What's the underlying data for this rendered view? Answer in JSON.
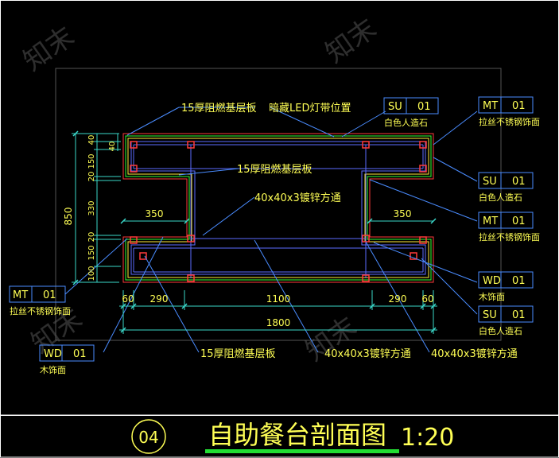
{
  "colors": {
    "background": "#000000",
    "frame": "#ffffff",
    "outline": "#5b6cff",
    "annotation": "#4a8cff",
    "label_text": "#ffff55",
    "dimension": "#3ad7c9",
    "finish_green": "#33ff33",
    "finish_red": "#ff3a3a",
    "finish_yellow": "#ffea3a",
    "accent_bar": "#22dd33"
  },
  "watermark": "知末",
  "title_block": {
    "number": "04",
    "title": "自助餐台剖面图",
    "scale": "1:20"
  },
  "callouts": {
    "top_board": "15厚阻燃基层板",
    "led": "暗藏LED灯带位置",
    "mid_board": "15厚阻燃基层板",
    "tube_center": "40x40x3镀锌方通",
    "bottom_board": "15厚阻燃基层板",
    "bottom_tube_1": "40x40x3镀锌方通",
    "bottom_tube_2": "40x40x3镀锌方通"
  },
  "material_tags": [
    {
      "code": "SU",
      "num": "01",
      "desc": "白色人造石"
    },
    {
      "code": "MT",
      "num": "01",
      "desc": "拉丝不锈钢饰面"
    },
    {
      "code": "SU",
      "num": "01",
      "desc": "白色人造石"
    },
    {
      "code": "MT",
      "num": "01",
      "desc": "拉丝不锈钢饰面"
    },
    {
      "code": "WD",
      "num": "01",
      "desc": "木饰面"
    },
    {
      "code": "SU",
      "num": "01",
      "desc": "白色人造石"
    },
    {
      "code": "MT",
      "num": "01",
      "desc": "拉丝不锈钢饰面"
    },
    {
      "code": "WD",
      "num": "01",
      "desc": "木饰面"
    }
  ],
  "dimensions": {
    "overall_height": "850",
    "vertical_segments": [
      "40",
      "40",
      "150",
      "20",
      "330",
      "20",
      "150",
      "100"
    ],
    "left_depth": "350",
    "right_depth": "350",
    "horizontal_segments": [
      "60",
      "290",
      "1100",
      "290",
      "60"
    ],
    "overall_width": "1800"
  }
}
